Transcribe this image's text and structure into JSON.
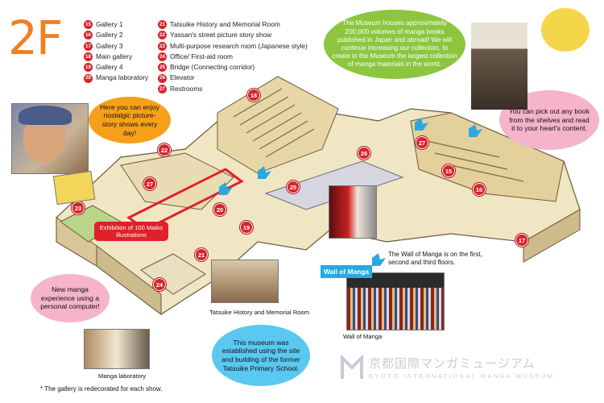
{
  "floor_label": "2F",
  "legend": [
    {
      "num": "15",
      "label": "Gallery 1"
    },
    {
      "num": "16",
      "label": "Gallery 2"
    },
    {
      "num": "17",
      "label": "Gallery 3"
    },
    {
      "num": "18",
      "label": "Main gallery"
    },
    {
      "num": "19",
      "label": "Gallery 4"
    },
    {
      "num": "20",
      "label": "Manga laboratory"
    },
    {
      "num": "21",
      "label": "Tatsuike History and Memorial Room"
    },
    {
      "num": "22",
      "label": "Yassan's street picture story show"
    },
    {
      "num": "23",
      "label": "Multi-purpose research room (Japanese style)"
    },
    {
      "num": "24",
      "label": "Office/ First-aid room"
    },
    {
      "num": "25",
      "label": "Bridge (Connecting corridor)"
    },
    {
      "num": "26",
      "label": "Elevator"
    },
    {
      "num": "27",
      "label": "Restrooms"
    }
  ],
  "bubbles": {
    "collection": "The Museum houses approximately 200,000 volumes of manga books published in Japan and abroad! We will continue increasing our collection, to create in the Museum the largest collection of manga materials in the world.",
    "picture_story": "Here you can enjoy nostalgic picture-story shows every day!",
    "pick_book": "You can pick out any book from the shelves and read it to your heart's content.",
    "manga_pc": "New manga experience using a personal computer!",
    "school": "This museum was established using the site and building of the former Tatsuike Primary School."
  },
  "exhibition_label": "Exhibition of 100 Maiko illustrations",
  "wall_of_manga_note": "The Wall of Manga is on the first, second and third floors.",
  "wall_of_manga_badge": "Wall of Manga",
  "captions": {
    "history_room": "Tatsuike History and Memorial Room",
    "wall_of_manga": "Wall of Manga",
    "manga_lab": "Manga laboratory"
  },
  "footnote": "* The gallery is redecorated for each show.",
  "logo": {
    "japanese": "京都国際マンガミュージアム",
    "english": "KYOTO INTERNATIONAL MANGA MUSEUM"
  },
  "map_markers": [
    "15",
    "16",
    "17",
    "18",
    "19",
    "20",
    "21",
    "22",
    "23",
    "24",
    "25",
    "26",
    "27",
    "27"
  ],
  "colors": {
    "floor": "#f08020",
    "marker": "#d7232b",
    "green": "#8cc63f",
    "orange": "#f6a01a",
    "pink": "#f6b3cc",
    "blue": "#5ac8f0"
  }
}
